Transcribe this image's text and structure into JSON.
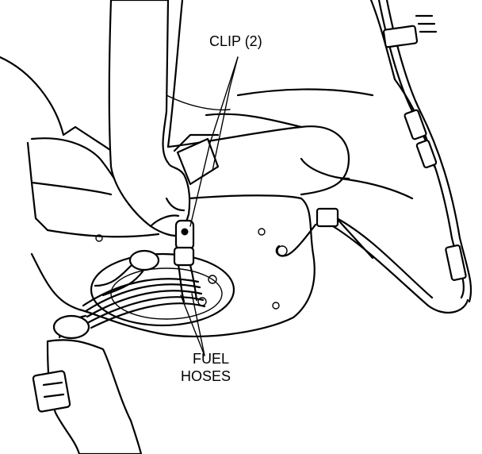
{
  "figure": {
    "labels": {
      "clip": "CLIP (2)",
      "fuel_hoses_line1": "FUEL",
      "fuel_hoses_line2": "HOSES"
    }
  }
}
